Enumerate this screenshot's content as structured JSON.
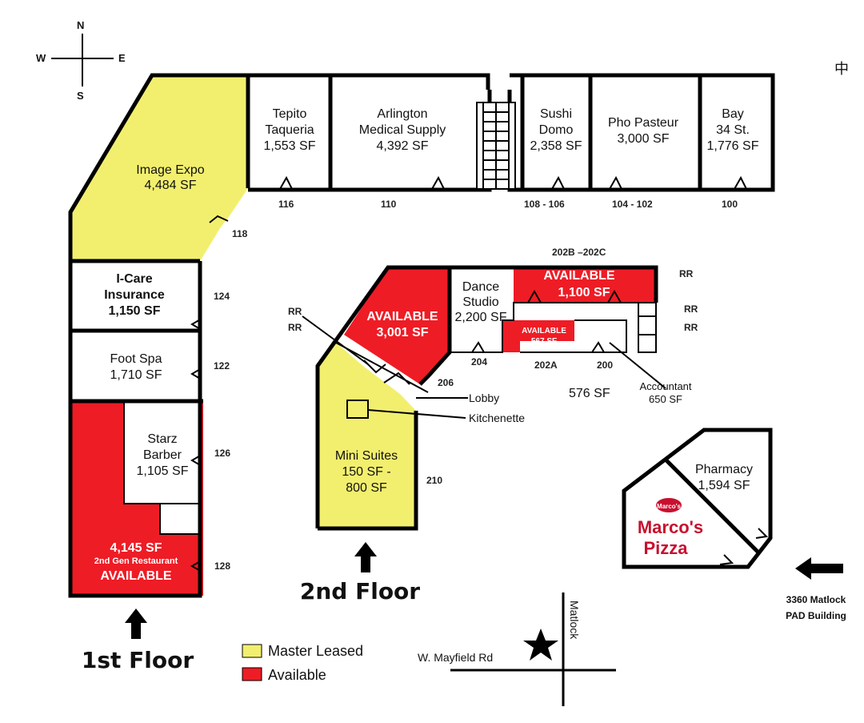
{
  "compass": {
    "n": "N",
    "s": "S",
    "e": "E",
    "w": "W"
  },
  "corner_glyph": "中",
  "first_floor": {
    "label": "1st Floor",
    "units": [
      {
        "id": "image_expo",
        "line1": "Image Expo",
        "line2": "4,484 SF",
        "num": "118"
      },
      {
        "id": "tepito",
        "line1": "Tepito",
        "line2": "Taqueria",
        "line3": "1,553 SF",
        "num": "116"
      },
      {
        "id": "arlington",
        "line1": "Arlington",
        "line2": "Medical Supply",
        "line3": "4,392 SF",
        "num": "110"
      },
      {
        "id": "sushi",
        "line1": "Sushi",
        "line2": "Domo",
        "line3": "2,358 SF",
        "num": "108 - 106"
      },
      {
        "id": "pho",
        "line1": "Pho Pasteur",
        "line2": "3,000 SF",
        "num": "104 - 102"
      },
      {
        "id": "bay",
        "line1": "Bay",
        "line2": "34 St.",
        "line3": "1,776 SF",
        "num": "100"
      },
      {
        "id": "icare",
        "line1": "I-Care",
        "line2": "Insurance",
        "line3": "1,150 SF",
        "num": "124"
      },
      {
        "id": "footspa",
        "line1": "Foot Spa",
        "line2": "1,710 SF",
        "num": "122"
      },
      {
        "id": "starz",
        "line1": "Starz",
        "line2": "Barber",
        "line3": "1,105 SF",
        "num": "126"
      },
      {
        "id": "restaurant",
        "line1": "4,145 SF",
        "line2": "2nd Gen Restaurant",
        "line3": "AVAILABLE",
        "num": "128"
      }
    ]
  },
  "second_floor": {
    "label": "2nd Floor",
    "units": [
      {
        "id": "avail3001",
        "line1": "AVAILABLE",
        "line2": "3,001 SF"
      },
      {
        "id": "dance",
        "line1": "Dance",
        "line2": "Studio",
        "line3": "2,200 SF",
        "num": "204"
      },
      {
        "id": "avail1100",
        "line1": "AVAILABLE",
        "line2": "1,100 SF",
        "num": "202B –202C"
      },
      {
        "id": "avail567",
        "line1": "AVAILABLE",
        "line2": "567 SF",
        "num": "202A"
      },
      {
        "id": "unit576",
        "line1": "576 SF"
      },
      {
        "id": "accountant",
        "line1": "Accountant",
        "line2": "650 SF",
        "num": "200"
      },
      {
        "id": "minisuites",
        "line1": "Mini Suites",
        "line2": "150 SF -",
        "line3": "800 SF",
        "num": "210"
      }
    ],
    "labels": {
      "rr": "RR",
      "lobby": "Lobby",
      "kitchenette": "Kitchenette",
      "num206": "206"
    }
  },
  "pad": {
    "pharmacy_line1": "Pharmacy",
    "pharmacy_line2": "1,594 SF",
    "logo_small": "Marco's",
    "logo_line1": "Marco's",
    "logo_line2": "Pizza",
    "address_line1": "3360 Matlock",
    "address_line2": "PAD Building"
  },
  "legend": [
    {
      "label": "Master Leased",
      "color": "#f2ef6e"
    },
    {
      "label": "Available",
      "color": "#ee1c25"
    }
  ],
  "roads": {
    "mayfield": "W. Mayfield Rd",
    "matlock": "Matlock"
  },
  "colors": {
    "leased": "#f2ef6e",
    "available": "#ee1c25",
    "logo": "#c8102e"
  }
}
